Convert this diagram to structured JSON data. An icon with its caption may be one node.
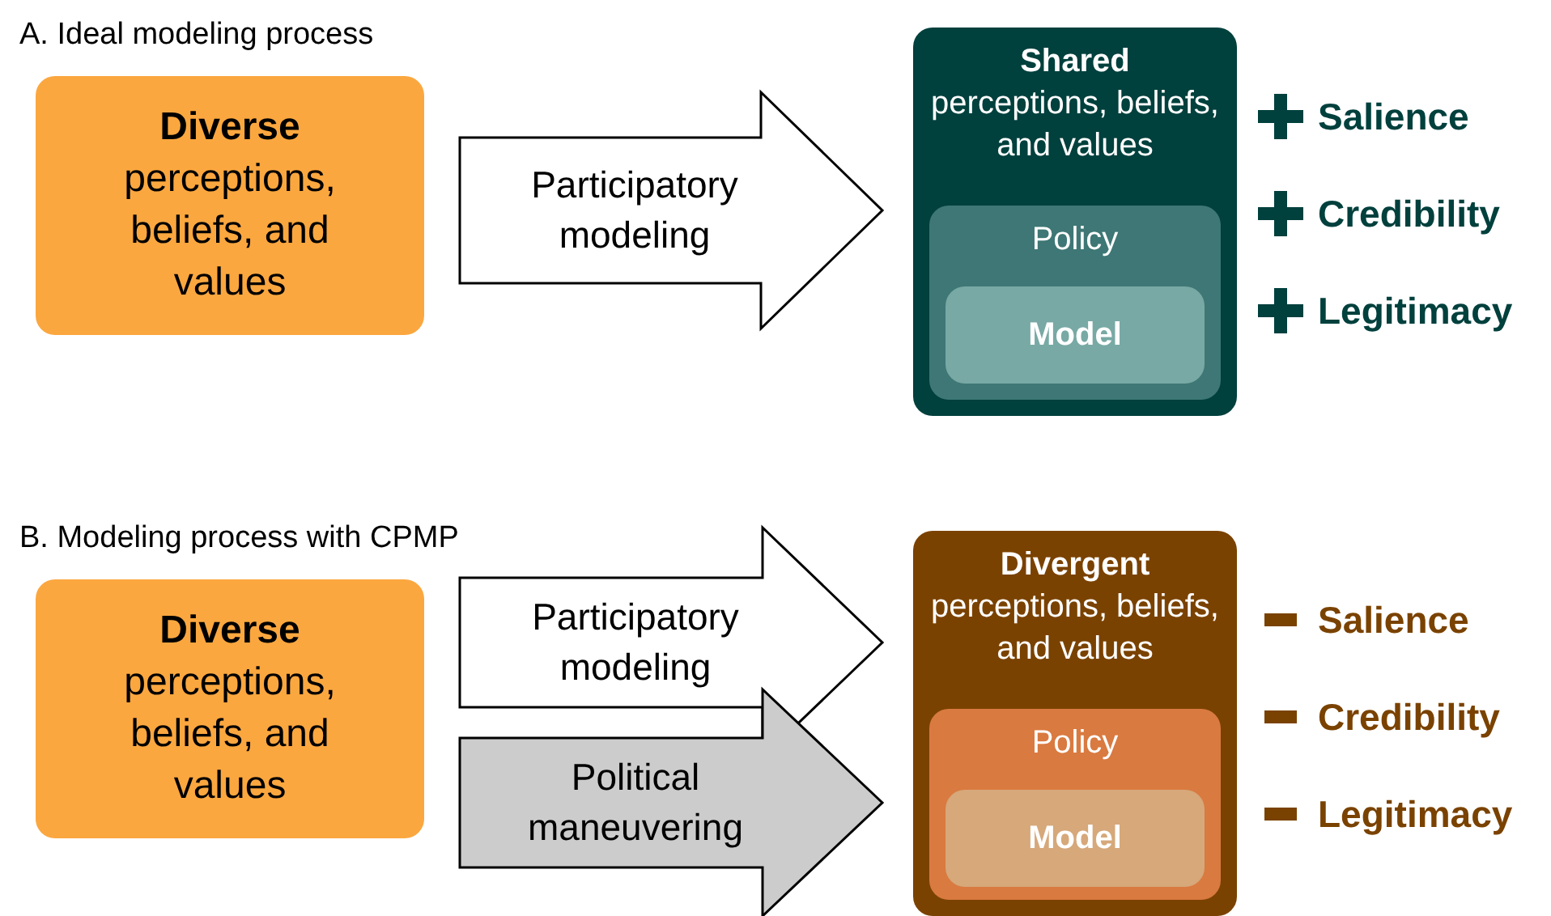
{
  "diagram": {
    "nodes": [
      {
        "text": [
          "Diverse",
          "perceptions, beliefs, and values"
        ]
      },
      {
        "text": [
          "Shared",
          "perceptions, beliefs, and values"
        ]
      },
      {
        "text": [
          "Policy"
        ],
        "in": 1
      },
      {
        "text": [
          "Model"
        ],
        "in": 2
      },
      {
        "text": [
          "Diverse",
          "perceptions, beliefs, and values"
        ]
      },
      {
        "text": [
          "Divergent",
          "perceptions, beliefs, and values"
        ]
      },
      {
        "text": [
          "Policy"
        ],
        "in": 5
      },
      {
        "text": [
          "Model"
        ],
        "in": 6
      }
    ],
    "edges": [
      {
        "from": 0,
        "to": 1,
        "arrow": "to",
        "label": "Participatory modeling"
      },
      {
        "from": 4,
        "to": 5,
        "arrow": "to",
        "label": "Participatory modeling"
      },
      {
        "from": 4,
        "to": 5,
        "arrow": "to",
        "label": "Political maneuvering",
        "color": "#cccccc"
      }
    ],
    "labels": [
      "A. Ideal modeling process",
      "Salience",
      "Credibility",
      "Legitimacy",
      "B. Modeling process with CPMP",
      "Salience",
      "Credibility",
      "Legitimacy"
    ]
  }
}
